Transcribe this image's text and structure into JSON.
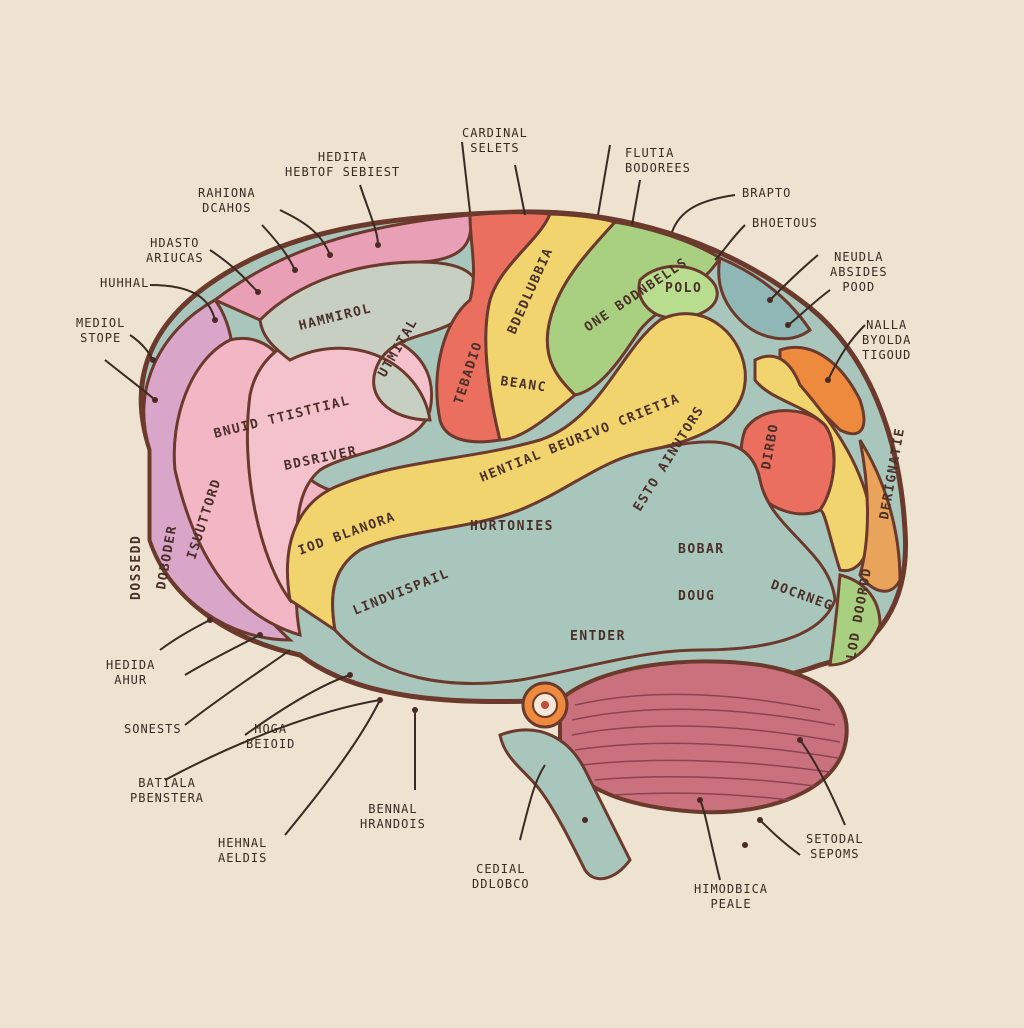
{
  "region_labels": {
    "r1": "HAMMIROL",
    "r2": "UTMITAL",
    "r3": "BNUID TTISTTIAL",
    "r4": "BDSRIVER",
    "r5": "TEBADIO",
    "r6": "BEANC",
    "r7": "BDEDLUBBIA",
    "r8": "ONE BODNBELLS",
    "r9": "POLO",
    "r10": "HENTIAL BEURIVO CRIETIA",
    "r11": "ESTO AINUTORS",
    "r12": "IOD BLANORA",
    "r13": "HORTONIES",
    "r14": "LINDVISPAIL",
    "r15": "DIRBO",
    "r16": "DERIGNATIE",
    "r17": "DOCRNEG",
    "r18": "BOBAR",
    "r19": "DOUG",
    "r20": "LOD DOORDD",
    "r21": "DOSSEDD",
    "r22": "DOBODER",
    "r23": "ISUUTTORD",
    "r24": "ENTDER"
  },
  "callouts": {
    "c1": "CARDINAL\nSELETS",
    "c2": "HEDITA\nHEBTOF SEBIEST",
    "c3": "FLUTIA\nBODOREES",
    "c4": "RAHIONA\nDCAHOS",
    "c5": "BRAPTO",
    "c6": "HDASTO\nARIUCAS",
    "c7": "BHOETOUS",
    "c8": "HUHHAL",
    "c9": "NEUDLA\nABSIDES\nPOOD",
    "c10": "MEDIOL\nSTOPE",
    "c11": "NALLA\nBYOLDA\nTIGOUD",
    "c12": "HEDIDA\nAHUR",
    "c13": "SONESTS",
    "c14": "HOGA\nBEIOID",
    "c15": "BATIALA\nPBENSTERA",
    "c16": "BENNAL\nHRANDOIS",
    "c17": "HEHNAL\nAELDIS",
    "c18": "CEDIAL\nDDLOBCO",
    "c19": "SETODAL\nSEPOMS",
    "c20": "HIMODBICA\nPEALE"
  }
}
